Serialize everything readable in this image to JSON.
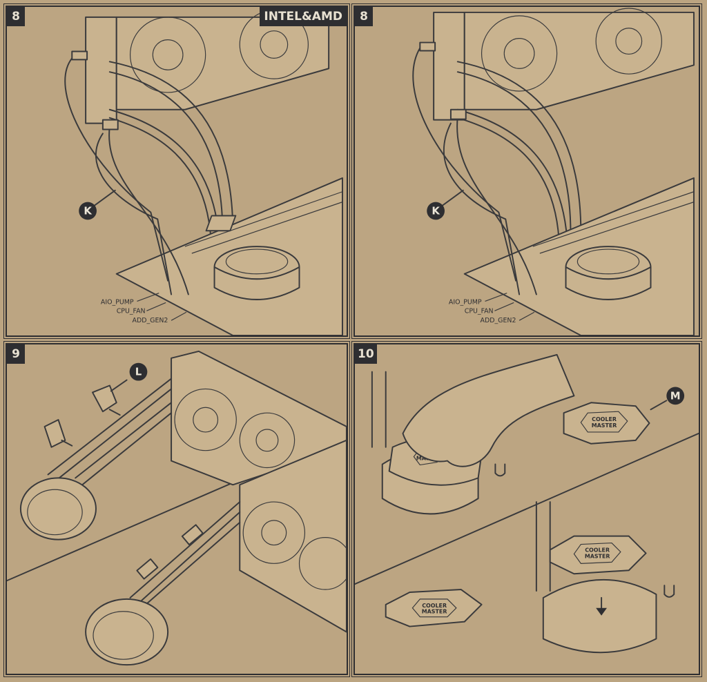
{
  "panels": [
    {
      "step": "8",
      "badge": "INTEL&AMD",
      "callout": "K",
      "labels": [
        "AIO_PUMP",
        "CPU_FAN",
        "ADD_GEN2"
      ]
    },
    {
      "step": "8",
      "callout": "K",
      "labels": [
        "AIO_PUMP",
        "CPU_FAN",
        "ADD_GEN2"
      ]
    },
    {
      "step": "9",
      "callout": "L"
    },
    {
      "step": "10",
      "callout": "M",
      "logo": [
        "COOLER",
        "MASTER"
      ]
    }
  ],
  "colors": {
    "paper": "#bca582",
    "ink": "#2e2e31"
  }
}
